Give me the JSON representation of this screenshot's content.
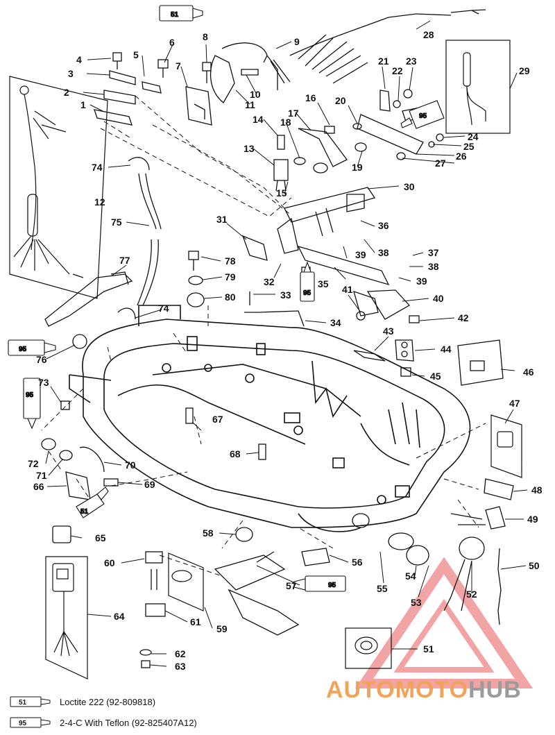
{
  "callouts": [
    "1",
    "2",
    "3",
    "4",
    "5",
    "6",
    "7",
    "8",
    "9",
    "10",
    "11",
    "12",
    "13",
    "14",
    "15",
    "16",
    "17",
    "18",
    "19",
    "20",
    "21",
    "22",
    "23",
    "24",
    "25",
    "26",
    "27",
    "28",
    "29",
    "30",
    "31",
    "32",
    "33",
    "34",
    "35",
    "36",
    "37",
    "38",
    "38",
    "39",
    "39",
    "40",
    "41",
    "42",
    "43",
    "44",
    "45",
    "46",
    "47",
    "48",
    "49",
    "50",
    "51",
    "52",
    "53",
    "54",
    "55",
    "56",
    "57",
    "58",
    "59",
    "60",
    "61",
    "62",
    "63",
    "64",
    "65",
    "66",
    "67",
    "68",
    "69",
    "70",
    "71",
    "72",
    "73",
    "74",
    "74",
    "75",
    "76",
    "77",
    "78",
    "79",
    "80"
  ],
  "tube_labels": {
    "t51_top": "51",
    "t95_right": "95",
    "t95_mid": "95",
    "t95_left": "95",
    "t95_vert": "95",
    "t51_low": "51",
    "t95_bottom": "95"
  },
  "inset_51_label": "51",
  "legend": [
    {
      "code": "51",
      "text": "Loctite 222 (92-809818)"
    },
    {
      "code": "95",
      "text": "2-4-C  With Teflon (92-825407A12)"
    }
  ],
  "watermark": {
    "part1": "AUTOMOTO",
    "part2": "HUB"
  },
  "colors": {
    "line": "#111111",
    "watermark_orange": "#f2a35a",
    "watermark_gray": "#9b9b9b",
    "triangle": "#e85a5a"
  }
}
